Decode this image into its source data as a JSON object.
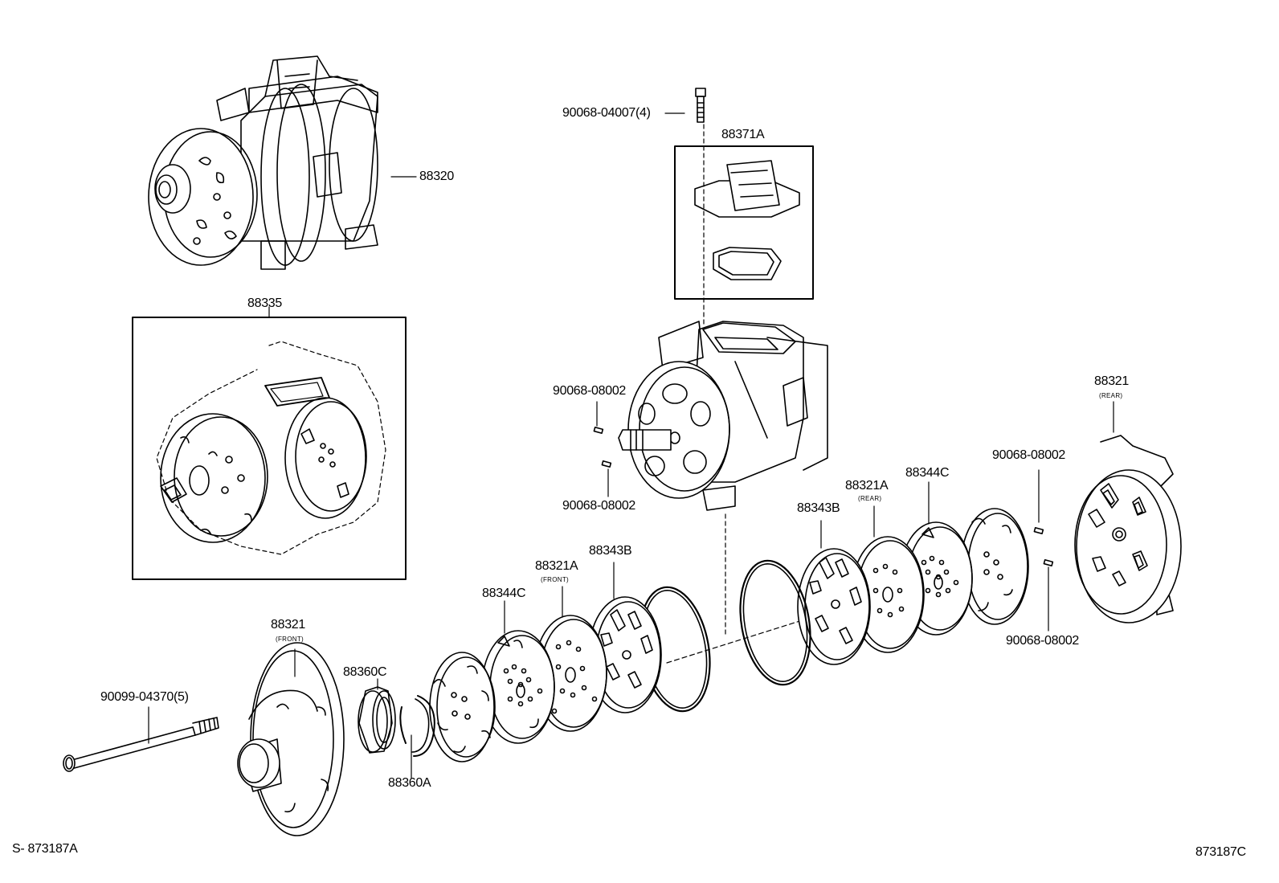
{
  "labels": {
    "p88320": "88320",
    "p88335": "88335",
    "p88371A": "88371A",
    "p90068_04007": "90068-04007(4)",
    "p90068_08002_a": "90068-08002",
    "p90068_08002_b": "90068-08002",
    "p90068_08002_c": "90068-08002",
    "p90068_08002_d": "90068-08002",
    "p88321_rear": "88321",
    "p88321_rear_note": "(REAR)",
    "p88344C_rear": "88344C",
    "p88321A_rear": "88321A",
    "p88321A_rear_note": "(REAR)",
    "p88343B_rear": "88343B",
    "p88343B_front": "88343B",
    "p88321A_front": "88321A",
    "p88321A_front_note": "(FRONT)",
    "p88344C_front": "88344C",
    "p88321_front": "88321",
    "p88321_front_note": "(FRONT)",
    "p88360C": "88360C",
    "p88360A": "88360A",
    "p90099_04370": "90099-04370(5)"
  },
  "footer": {
    "left_code": "S- 873187A",
    "right_code": "873187C"
  }
}
